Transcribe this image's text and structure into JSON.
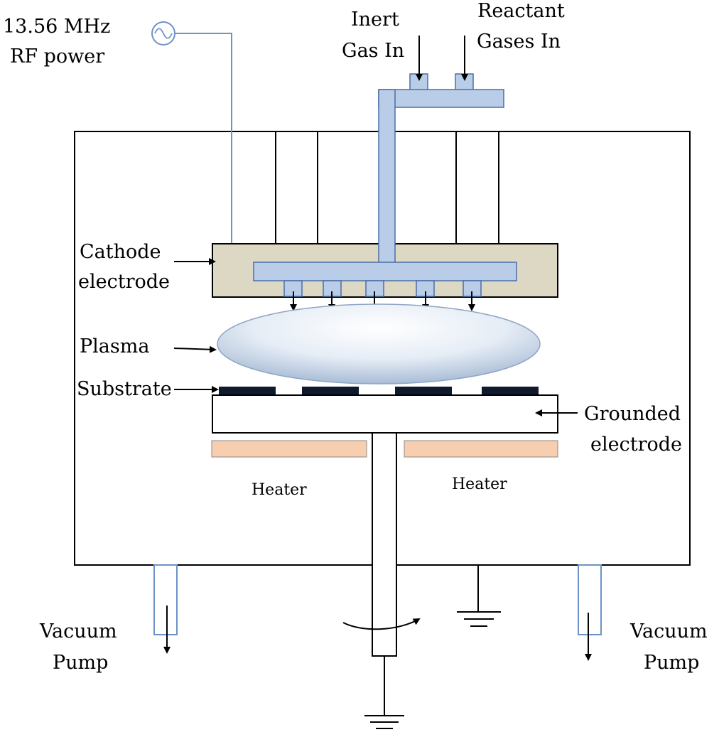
{
  "labels": {
    "rf_power_line1": "13.56 MHz",
    "rf_power_line2": "RF power",
    "inert_gas_line1": "Inert",
    "inert_gas_line2": "Gas In",
    "reactant_gas_line1": "Reactant",
    "reactant_gas_line2": "Gases In",
    "cathode_line1": "Cathode",
    "cathode_line2": "electrode",
    "plasma": "Plasma",
    "substrate": "Substrate",
    "grounded_line1": "Grounded",
    "grounded_line2": "electrode",
    "heater_left": "Heater",
    "heater_right": "Heater",
    "vacuum_left_line1": "Vacuum",
    "vacuum_left_line2": "Pump",
    "vacuum_right_line1": "Vacuum",
    "vacuum_right_line2": "Pump"
  },
  "colors": {
    "gas_pipe": "#b9cde8",
    "gas_pipe_stroke": "#4a6fa5",
    "rf_wire": "#6d93c7",
    "cathode_fill": "#dcd8c4",
    "heater_fill": "#f7cfb0",
    "substrate_fill": "#0f1a2e",
    "plasma_light": "#ffffff",
    "plasma_dark": "#a9bdd6"
  }
}
